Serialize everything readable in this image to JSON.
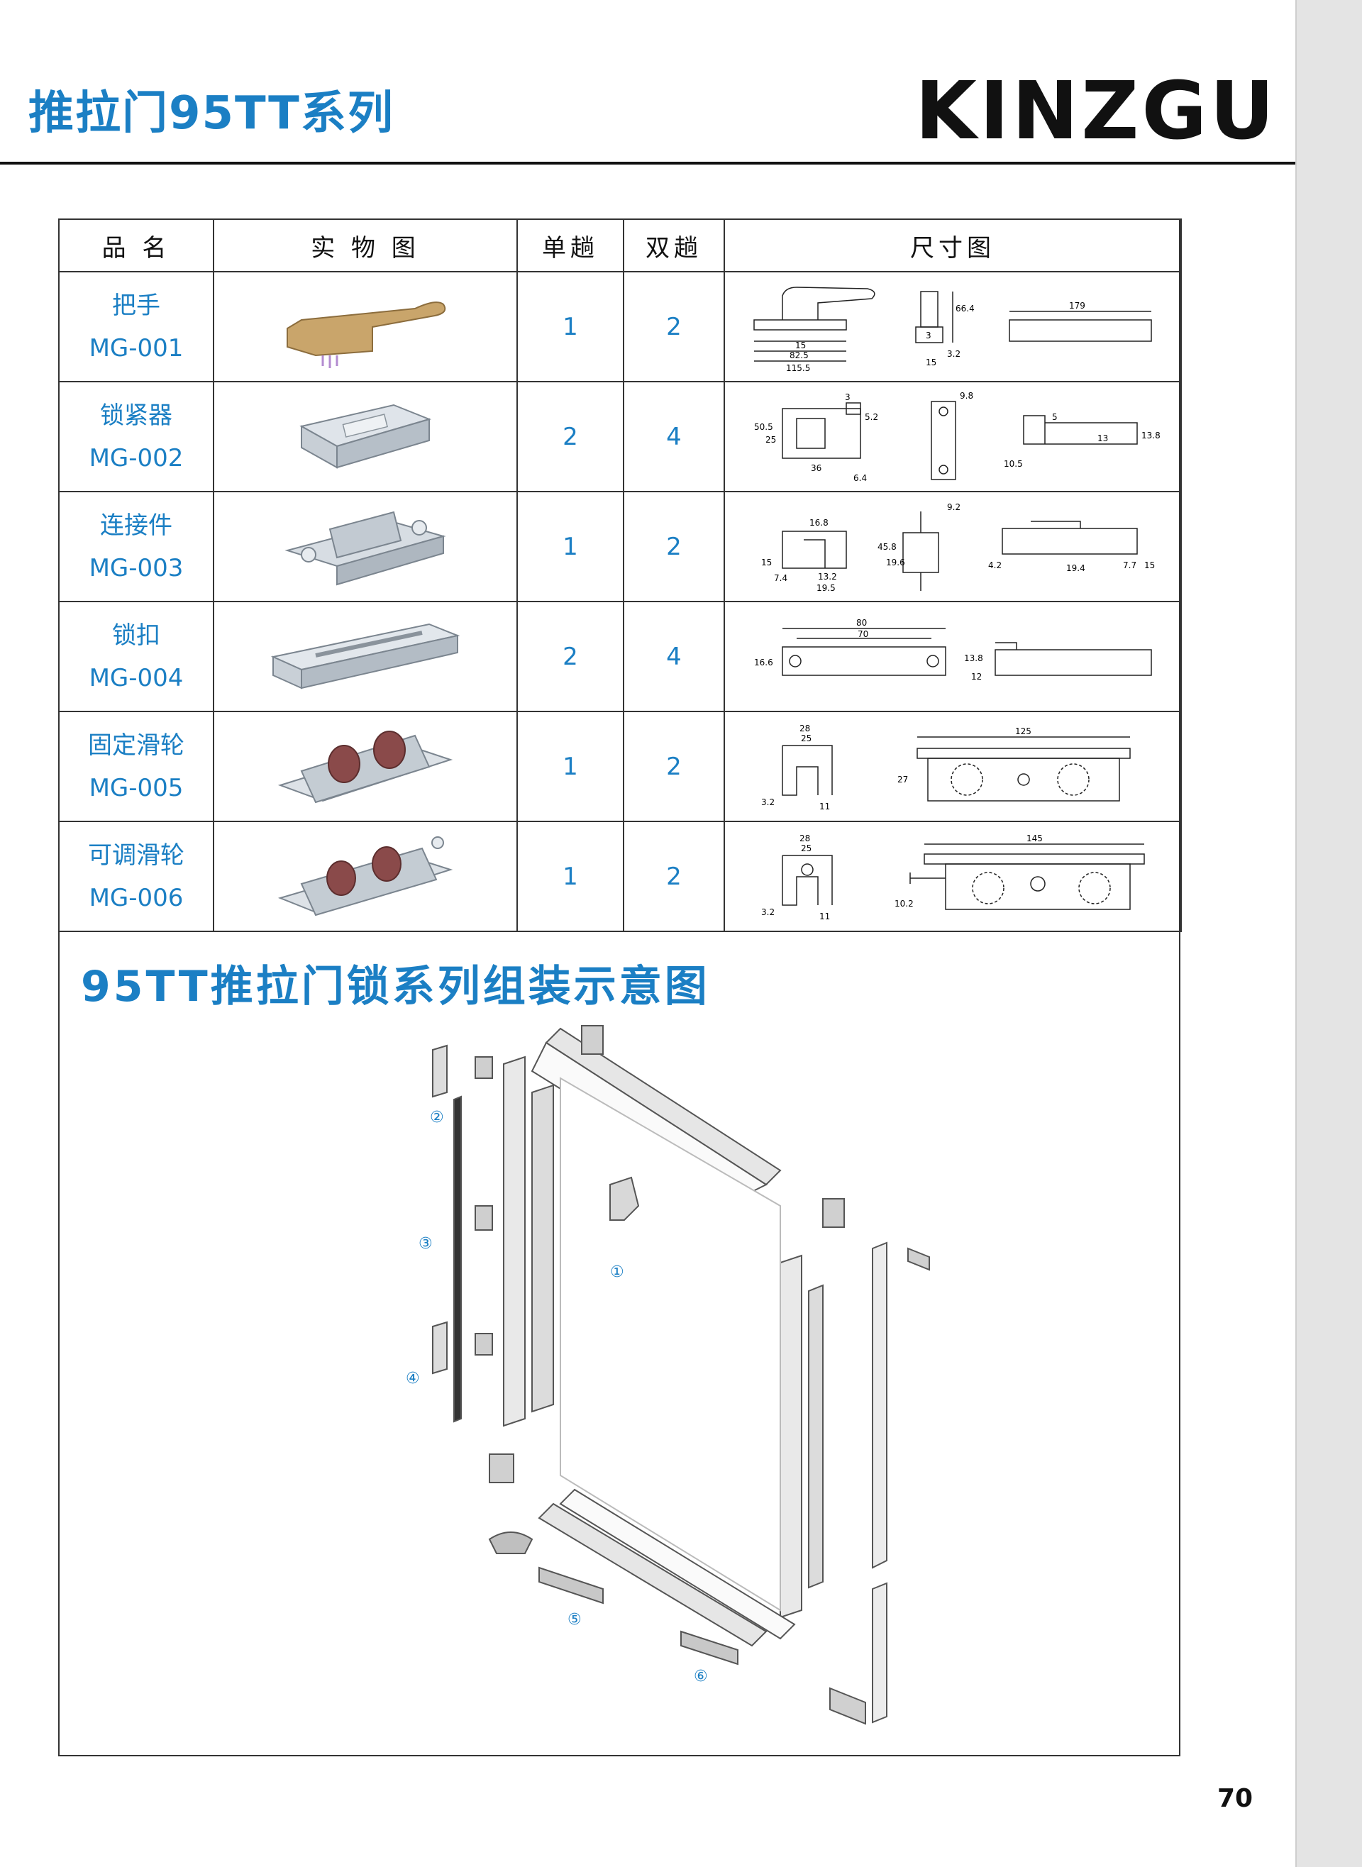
{
  "header": {
    "title": "推拉门95TT系列",
    "brand": "KINZGU"
  },
  "table": {
    "headers": [
      "品 名",
      "实 物 图",
      "单趟",
      "双趟",
      "尺寸图"
    ],
    "rows": [
      {
        "name": "把手",
        "code": "MG-001",
        "single": "1",
        "double": "2",
        "photo_color": "#c9a56b",
        "dims": {
          "a": "15",
          "b": "82.5",
          "c": "115.5",
          "d": "66.4",
          "e": "3",
          "f": "3.2",
          "g": "15",
          "h": "179"
        }
      },
      {
        "name": "锁紧器",
        "code": "MG-002",
        "single": "2",
        "double": "4",
        "photo_color": "#c5ccd3",
        "dims": {
          "a": "3",
          "b": "5.2",
          "c": "50.5",
          "d": "25",
          "e": "36",
          "f": "6.4",
          "g": "9.8",
          "h": "5",
          "i": "13",
          "j": "13.8",
          "k": "10.5"
        }
      },
      {
        "name": "连接件",
        "code": "MG-003",
        "single": "1",
        "double": "2",
        "photo_color": "#c5ccd3",
        "dims": {
          "a": "16.8",
          "b": "15",
          "c": "7.4",
          "d": "13.2",
          "e": "19.5",
          "f": "45.8",
          "g": "19.6",
          "h": "9.2",
          "i": "4.2",
          "j": "19.4",
          "k": "7.7",
          "l": "15"
        }
      },
      {
        "name": "锁扣",
        "code": "MG-004",
        "single": "2",
        "double": "4",
        "photo_color": "#c5ccd3",
        "dims": {
          "a": "80",
          "b": "70",
          "c": "16.6",
          "d": "13.8",
          "e": "12"
        }
      },
      {
        "name": "固定滑轮",
        "code": "MG-005",
        "single": "1",
        "double": "2",
        "photo_color": "#c5ccd3",
        "dims": {
          "a": "28",
          "b": "25",
          "c": "3.2",
          "d": "11",
          "e": "125",
          "f": "27"
        }
      },
      {
        "name": "可调滑轮",
        "code": "MG-006",
        "single": "1",
        "double": "2",
        "photo_color": "#c5ccd3",
        "dims": {
          "a": "28",
          "b": "25",
          "c": "3.2",
          "d": "11",
          "e": "145",
          "f": "10.2"
        }
      }
    ]
  },
  "assembly": {
    "title": "95TT推拉门锁系列组装示意图",
    "callouts": [
      "①",
      "②",
      "③",
      "④",
      "⑤",
      "⑥"
    ]
  },
  "page_number": "70",
  "colors": {
    "accent": "#1b7fc4",
    "ink": "#111111",
    "strip": "#e4e4e4"
  }
}
